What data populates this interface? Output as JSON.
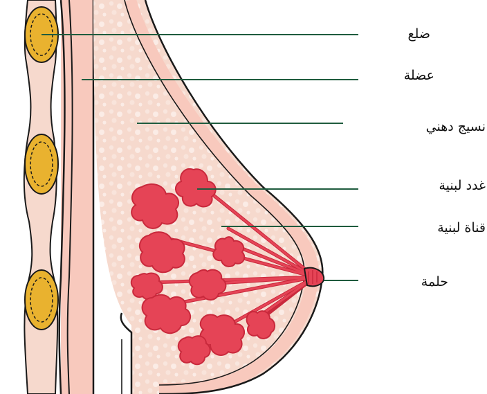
{
  "labels": {
    "rib": "ضلع",
    "muscle": "عضلة",
    "fat": "نسيج دهني",
    "lobules": "غدد لبنية",
    "duct": "قناة لبنية",
    "nipple": "حلمة"
  },
  "colors": {
    "rib_fill": "#e9b22f",
    "rib_outline": "#1a1a1a",
    "tissue": "#f6d9cd",
    "muscle": "#f8c9bd",
    "skin_outline": "#1a1a1a",
    "lobule": "#e54456",
    "lobule_dark": "#c9293c",
    "pointer_line": "#1f5c3e"
  }
}
